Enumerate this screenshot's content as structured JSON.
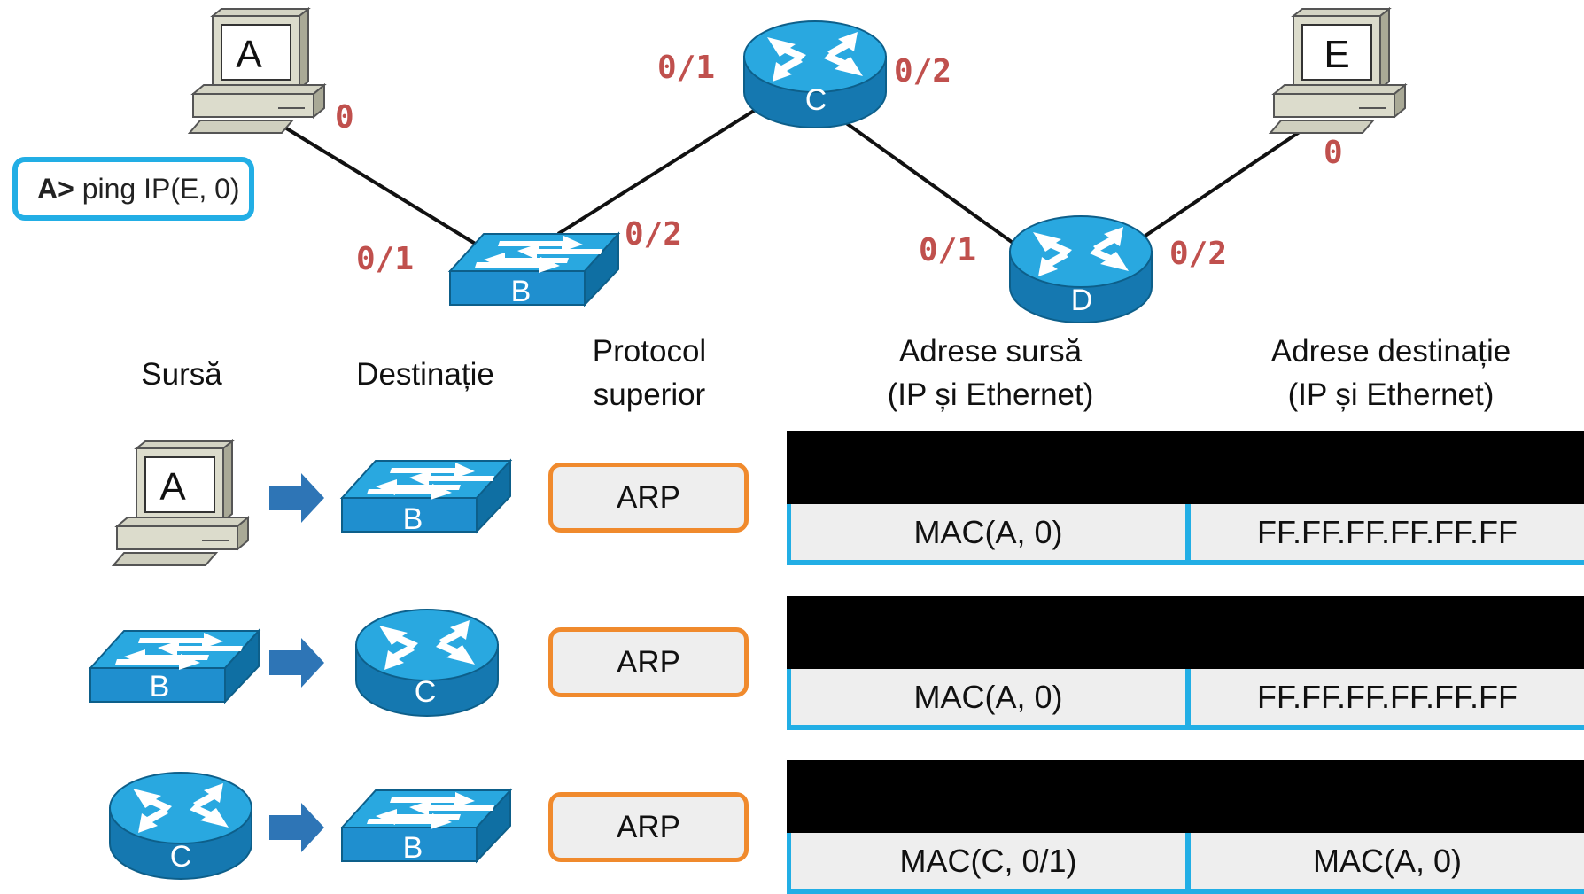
{
  "command": {
    "prompt": "A>",
    "text": "ping IP(E, 0)"
  },
  "devices": {
    "A": "A",
    "B": "B",
    "C": "C",
    "D": "D",
    "E": "E"
  },
  "ports": {
    "a0": "0",
    "b01": "0/1",
    "b02": "0/2",
    "c01": "0/1",
    "c02": "0/2",
    "d01": "0/1",
    "d02": "0/2",
    "e0": "0"
  },
  "columns": {
    "source": "Sursă",
    "destination": "Destinație",
    "protocol_l1": "Protocol",
    "protocol_l2": "superior",
    "src_addr_l1": "Adrese sursă",
    "src_addr_l2": "(IP și Ethernet)",
    "dst_addr_l1": "Adrese destinație",
    "dst_addr_l2": "(IP și Ethernet)"
  },
  "rows": [
    {
      "source": "A",
      "source_type": "pc",
      "destination": "B",
      "destination_type": "switch",
      "protocol": "ARP",
      "src_mac": "MAC(A, 0)",
      "dst_mac": "FF.FF.FF.FF.FF.FF"
    },
    {
      "source": "B",
      "source_type": "switch",
      "destination": "C",
      "destination_type": "router",
      "protocol": "ARP",
      "src_mac": "MAC(A, 0)",
      "dst_mac": "FF.FF.FF.FF.FF.FF"
    },
    {
      "source": "C",
      "source_type": "router",
      "destination": "B",
      "destination_type": "switch",
      "protocol": "ARP",
      "src_mac": "MAC(C, 0/1)",
      "dst_mac": "MAC(A, 0)"
    }
  ],
  "colors": {
    "device_blue": "#1f8fcf",
    "device_dark": "#0d5f8a",
    "port_red": "#c0504d",
    "frame_border": "#22aee5",
    "protocol_border": "#f08a2d",
    "arrow_blue": "#2e75b6"
  },
  "icons": {
    "pc": "computer-icon",
    "switch": "switch-icon",
    "router": "router-icon",
    "arrow": "arrow-right-icon"
  }
}
